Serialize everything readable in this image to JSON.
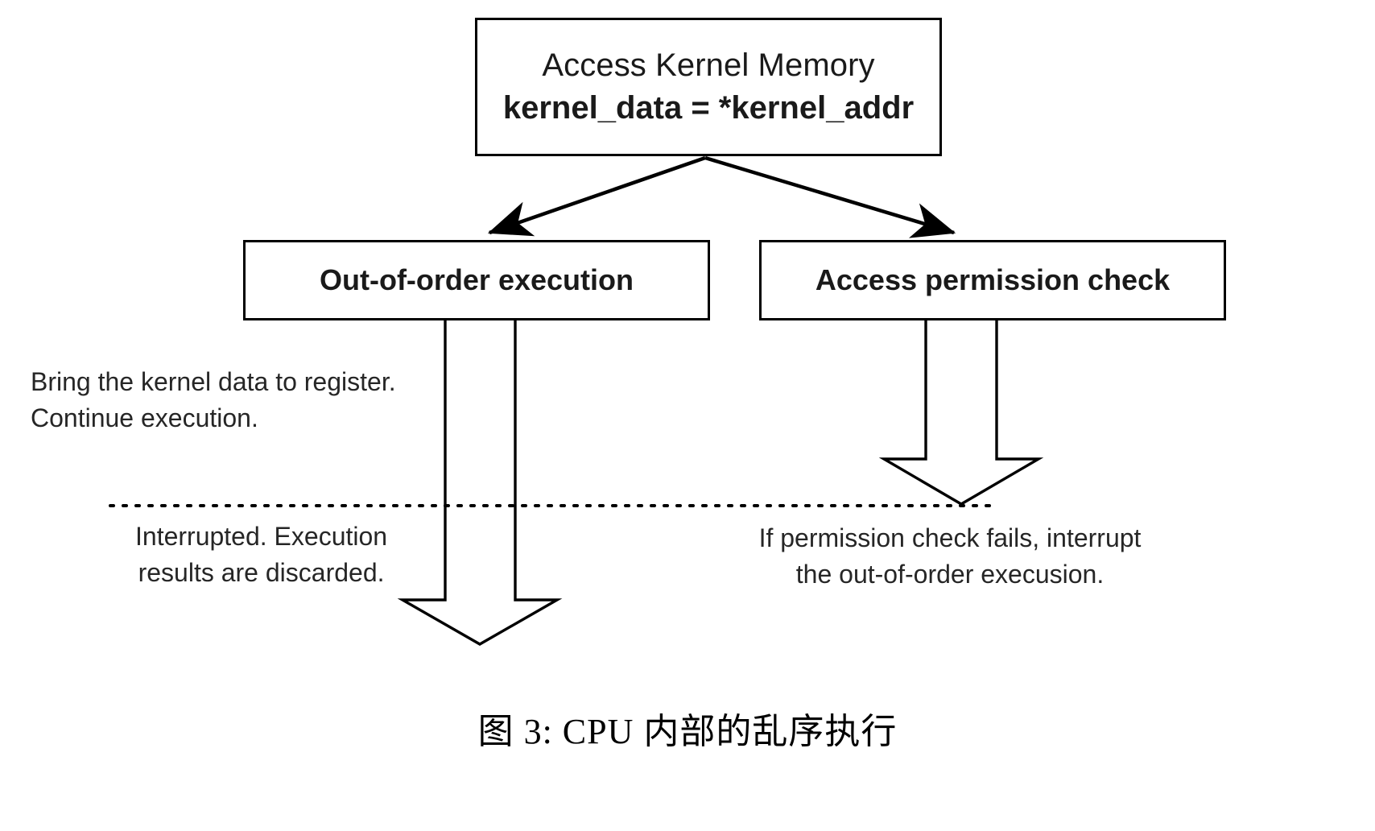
{
  "figure": {
    "caption": "图 3: CPU 内部的乱序执行",
    "background": "#ffffff",
    "stroke_color": "#000000",
    "text_color": "#262626"
  },
  "nodes": {
    "top": {
      "line1": "Access Kernel Memory",
      "line2": "kernel_data = *kernel_addr"
    },
    "left": {
      "label": "Out-of-order execution"
    },
    "right": {
      "label": "Access permission check"
    }
  },
  "annotations": {
    "left_above_divider": "Bring the kernel data to register.\nContinue execution.",
    "left_below_divider": "Interrupted. Execution\nresults are discarded.",
    "right_below_divider": "If permission check fails, interrupt\nthe out-of-order execusion."
  },
  "connectors": {
    "branch_left": "arrow-top-to-out-of-order",
    "branch_right": "arrow-top-to-permission-check",
    "flow_left": "block-arrow-down-out-of-order",
    "flow_right": "block-arrow-down-permission-check",
    "divider": "dotted-horizontal-divider"
  }
}
